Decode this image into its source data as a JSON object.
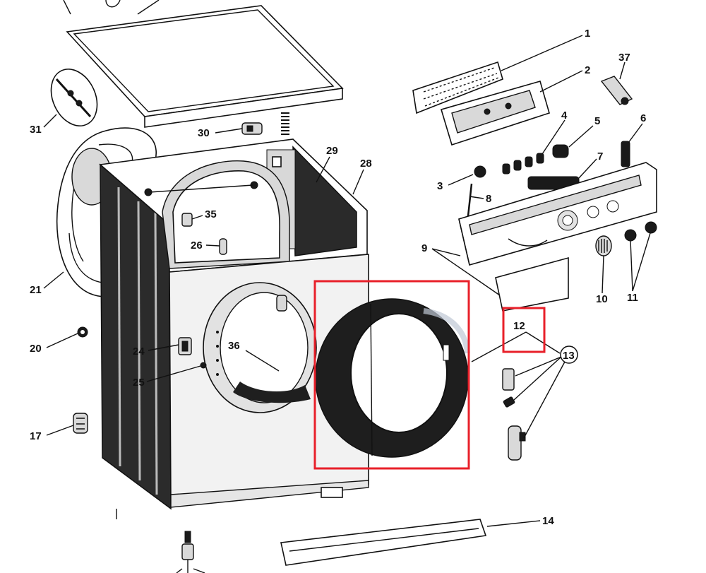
{
  "labels": [
    "1",
    "2",
    "37",
    "4",
    "5",
    "6",
    "7",
    "3",
    "8",
    "9",
    "10",
    "11",
    "12",
    "13",
    "14",
    "29",
    "28",
    "30",
    "31",
    "35",
    "26",
    "21",
    "20",
    "24",
    "36",
    "25",
    "17"
  ],
  "highlight_color": "#e8202a"
}
